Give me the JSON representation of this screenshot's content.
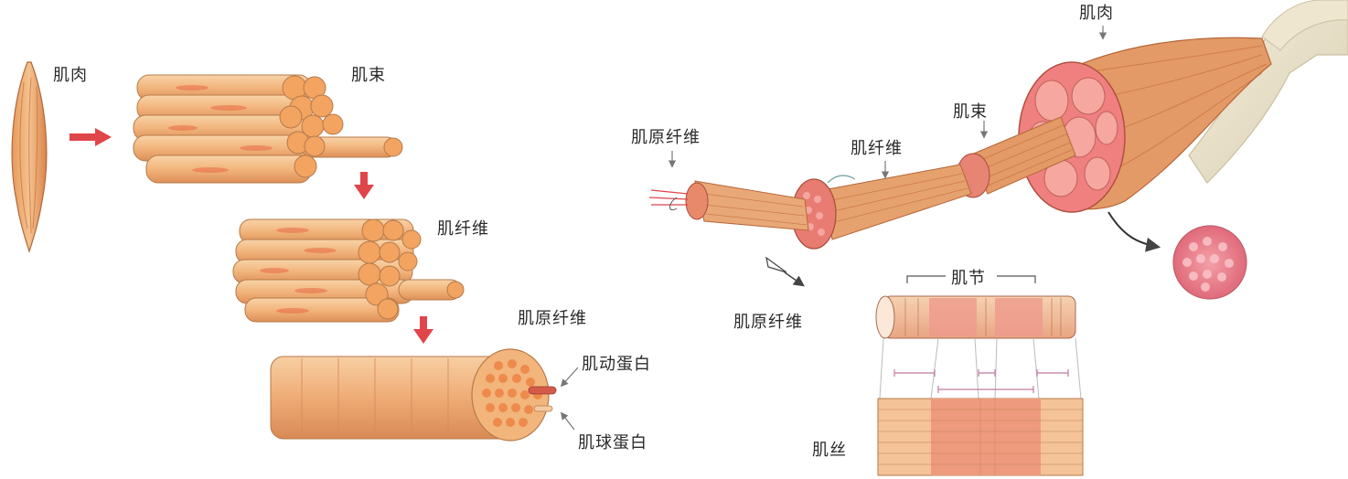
{
  "left_panel": {
    "muscle_label": "肌肉",
    "fascicle_label": "肌束",
    "fiber_label": "肌纤维",
    "myofibril_label": "肌原纤维",
    "actin_label": "肌动蛋白",
    "myosin_label": "肌球蛋白"
  },
  "right_panel": {
    "muscle_label": "肌肉",
    "fascicle_label": "肌束",
    "fiber_label": "肌纤维",
    "myofibril_label_top": "肌原纤维",
    "myofibril_label_bottom": "肌原纤维",
    "sarcomere_label": "肌节",
    "myofilament_label": "肌丝"
  },
  "colors": {
    "muscle_fill": "#f0b27e",
    "muscle_dark": "#c9693a",
    "stripe": "#e8825e",
    "arrow_red": "#e0454a",
    "pink_band": "#f08a7d",
    "cross_section": "#e86a6a"
  }
}
